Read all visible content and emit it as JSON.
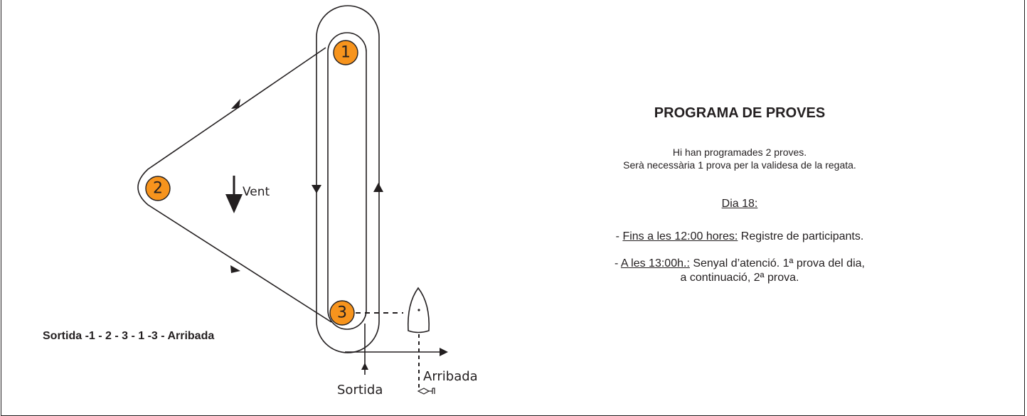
{
  "diagram": {
    "marks": [
      {
        "id": "1",
        "label": "1"
      },
      {
        "id": "2",
        "label": "2"
      },
      {
        "id": "3",
        "label": "3"
      }
    ],
    "wind_label": "Vent",
    "start_label": "Sortida",
    "finish_label": "Arribada",
    "sequence_label": "Sortida -1 - 2 - 3 - 1 -3 - Arribada",
    "colors": {
      "mark_fill": "#f7941d",
      "line": "#231f20",
      "background": "#ffffff"
    }
  },
  "program": {
    "title": "PROGRAMA DE PROVES",
    "intro_line_1": "Hi han programades 2 proves.",
    "intro_line_2": "Serà necessària 1 prova per la validesa de la regata.",
    "day_label": "Dia 18:",
    "item_1": {
      "prefix": "- ",
      "time": "Fins a les 12:00 hores:",
      "text": " Registre de participants."
    },
    "item_2": {
      "prefix": "- ",
      "time": "A les 13:00h.:",
      "text": " Senyal d’atenció. 1ª prova del dia,",
      "text_line_2": "a continuació, 2ª prova."
    }
  }
}
